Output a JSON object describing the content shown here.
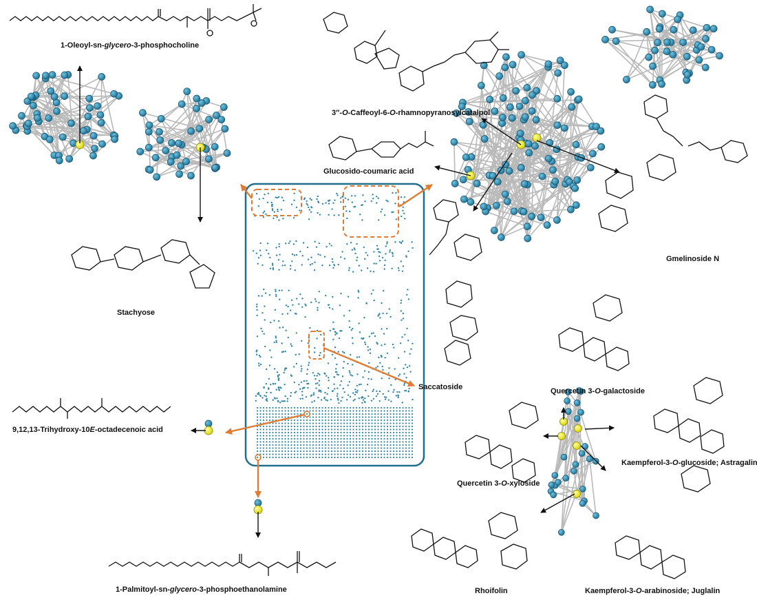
{
  "compounds": [
    {
      "id": "oleoyl",
      "parts": [
        "1-Oleoyl-sn-",
        "glycero",
        "-3-phosphocholine"
      ]
    },
    {
      "id": "caffeoyl",
      "parts": [
        "3″-",
        "O",
        "-Caffeoyl-6-",
        "O",
        "-rhamnopyranosylcatalpol"
      ]
    },
    {
      "id": "glucosido",
      "parts": [
        "Glucosido-coumaric acid"
      ]
    },
    {
      "id": "stachyose",
      "parts": [
        "Stachyose"
      ]
    },
    {
      "id": "gmelinoside",
      "parts": [
        "Gmelinoside N"
      ]
    },
    {
      "id": "saccatoside",
      "parts": [
        "Saccatoside"
      ]
    },
    {
      "id": "qgal",
      "parts": [
        "Quercetin 3-",
        "O",
        "-galactoside"
      ]
    },
    {
      "id": "kglc",
      "parts": [
        "Kaempferol-3-",
        "O",
        "-glucoside; Astragalin"
      ]
    },
    {
      "id": "qxyl",
      "parts": [
        "Quercetin 3-",
        "O",
        "-xyloside"
      ]
    },
    {
      "id": "trihydroxy",
      "parts": [
        "9,12,13-Trihydroxy-10",
        "E",
        "-octadecenoic acid"
      ]
    },
    {
      "id": "rhoifolin",
      "parts": [
        "Rhoifolin"
      ]
    },
    {
      "id": "karab",
      "parts": [
        "Kaempferol-3-",
        "O",
        "-arabinoside; Juglalin"
      ]
    },
    {
      "id": "palmitoyl",
      "parts": [
        "1-Palmitoyl-sn-",
        "glycero",
        "-3-phosphoethanolamine"
      ]
    }
  ],
  "colors": {
    "node": "#2f86a8",
    "highlight": "#f2f20a",
    "network_frame": "#1f6f8b",
    "zoom_box": "#e07b32",
    "edge": "#b9b9b9"
  }
}
